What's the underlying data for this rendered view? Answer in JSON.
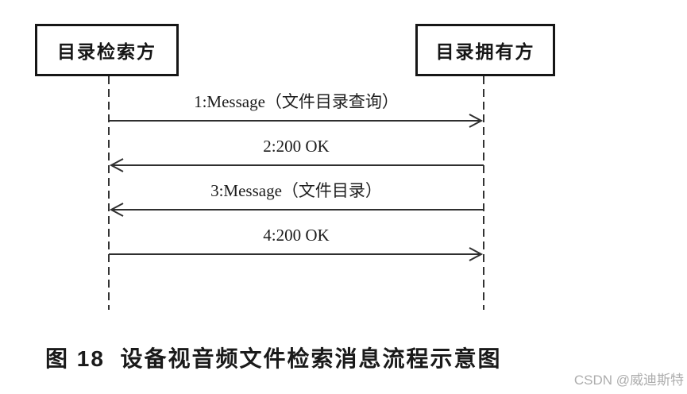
{
  "diagram": {
    "type": "sequence-diagram",
    "actors": [
      {
        "label": "目录检索方",
        "role": "left"
      },
      {
        "label": "目录拥有方",
        "role": "right"
      }
    ],
    "messages": [
      {
        "label": "1:Message（文件目录查询）",
        "from": "目录检索方",
        "to": "目录拥有方",
        "direction": "left-to-right"
      },
      {
        "label": "2:200 OK",
        "from": "目录拥有方",
        "to": "目录检索方",
        "direction": "right-to-left"
      },
      {
        "label": "3:Message（文件目录）",
        "from": "目录拥有方",
        "to": "目录检索方",
        "direction": "right-to-left"
      },
      {
        "label": "4:200 OK",
        "from": "目录检索方",
        "to": "目录拥有方",
        "direction": "left-to-right"
      }
    ],
    "caption": "图 18  设备视音频文件检索消息流程示意图",
    "watermark": "CSDN @威迪斯特",
    "colors": {
      "background": "#ffffff",
      "line": "#2f2f2f",
      "box_border": "#161616",
      "text": "#1d1d1d",
      "watermark": "#adadad"
    }
  }
}
